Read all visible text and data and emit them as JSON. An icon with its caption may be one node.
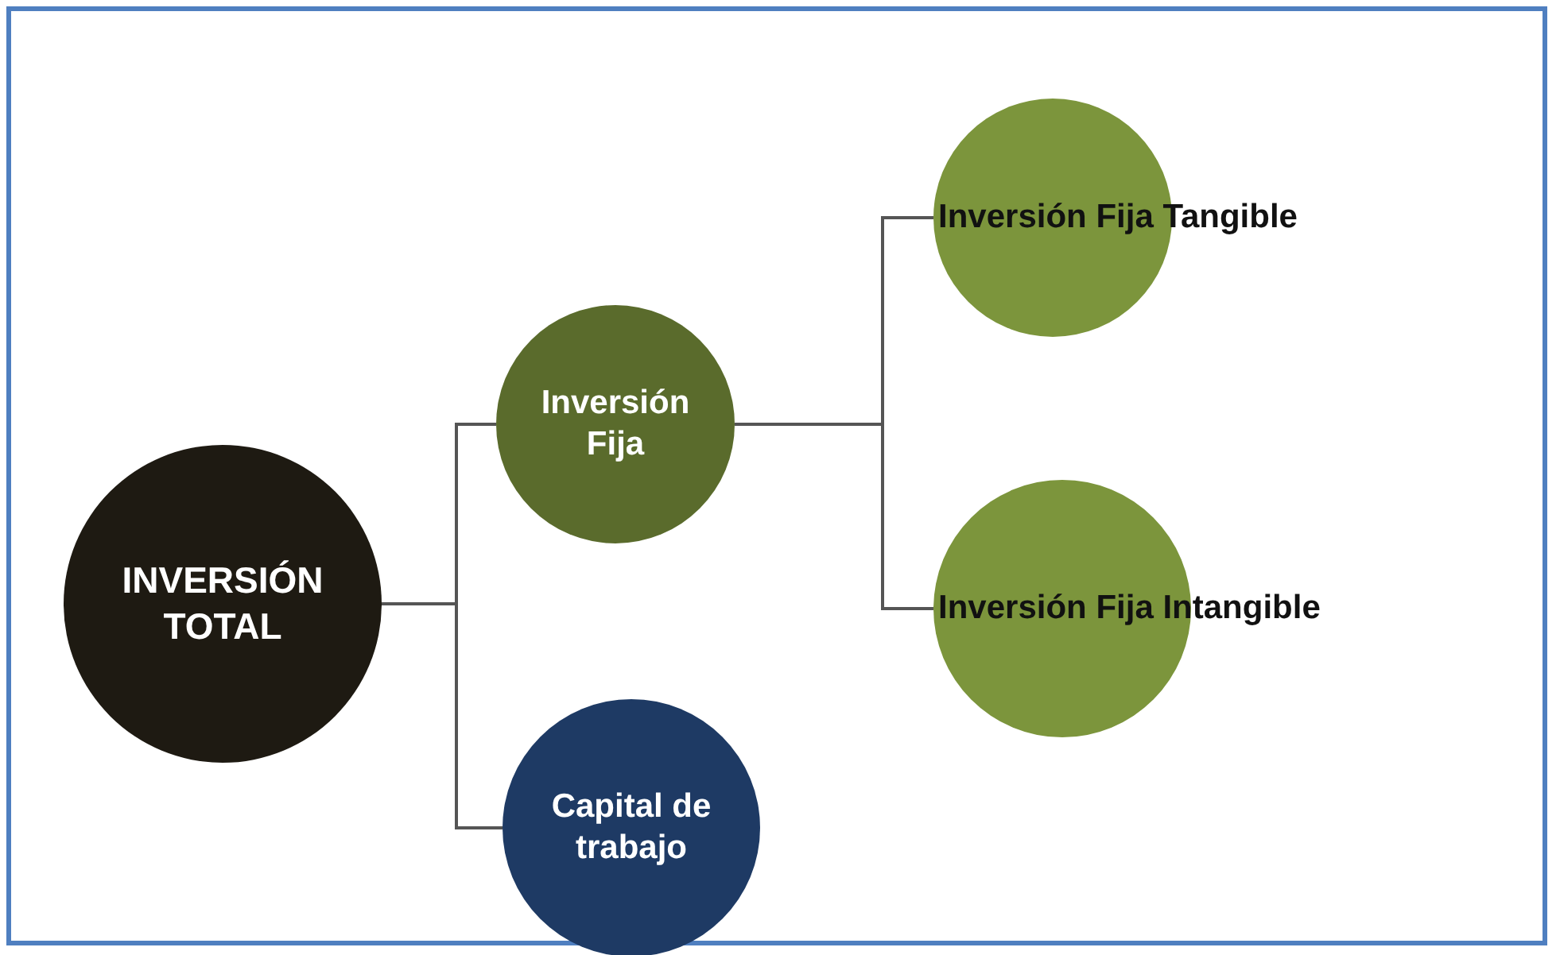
{
  "diagram": {
    "nodes": [
      {
        "text": [
          "INVERSIÓN TOTAL"
        ]
      },
      {
        "text": [
          "Inversión Fija"
        ]
      },
      {
        "text": [
          "Capital de trabajo"
        ]
      },
      {
        "text": [
          "Inversión Fija Tangible"
        ]
      },
      {
        "text": [
          "Inversión Fija Intangible"
        ]
      }
    ],
    "edges": [
      {
        "from": 0,
        "to": 1,
        "arrow": "none"
      },
      {
        "from": 0,
        "to": 2,
        "arrow": "none"
      },
      {
        "from": 1,
        "to": 3,
        "arrow": "none"
      },
      {
        "from": 1,
        "to": 4,
        "arrow": "none"
      }
    ]
  }
}
